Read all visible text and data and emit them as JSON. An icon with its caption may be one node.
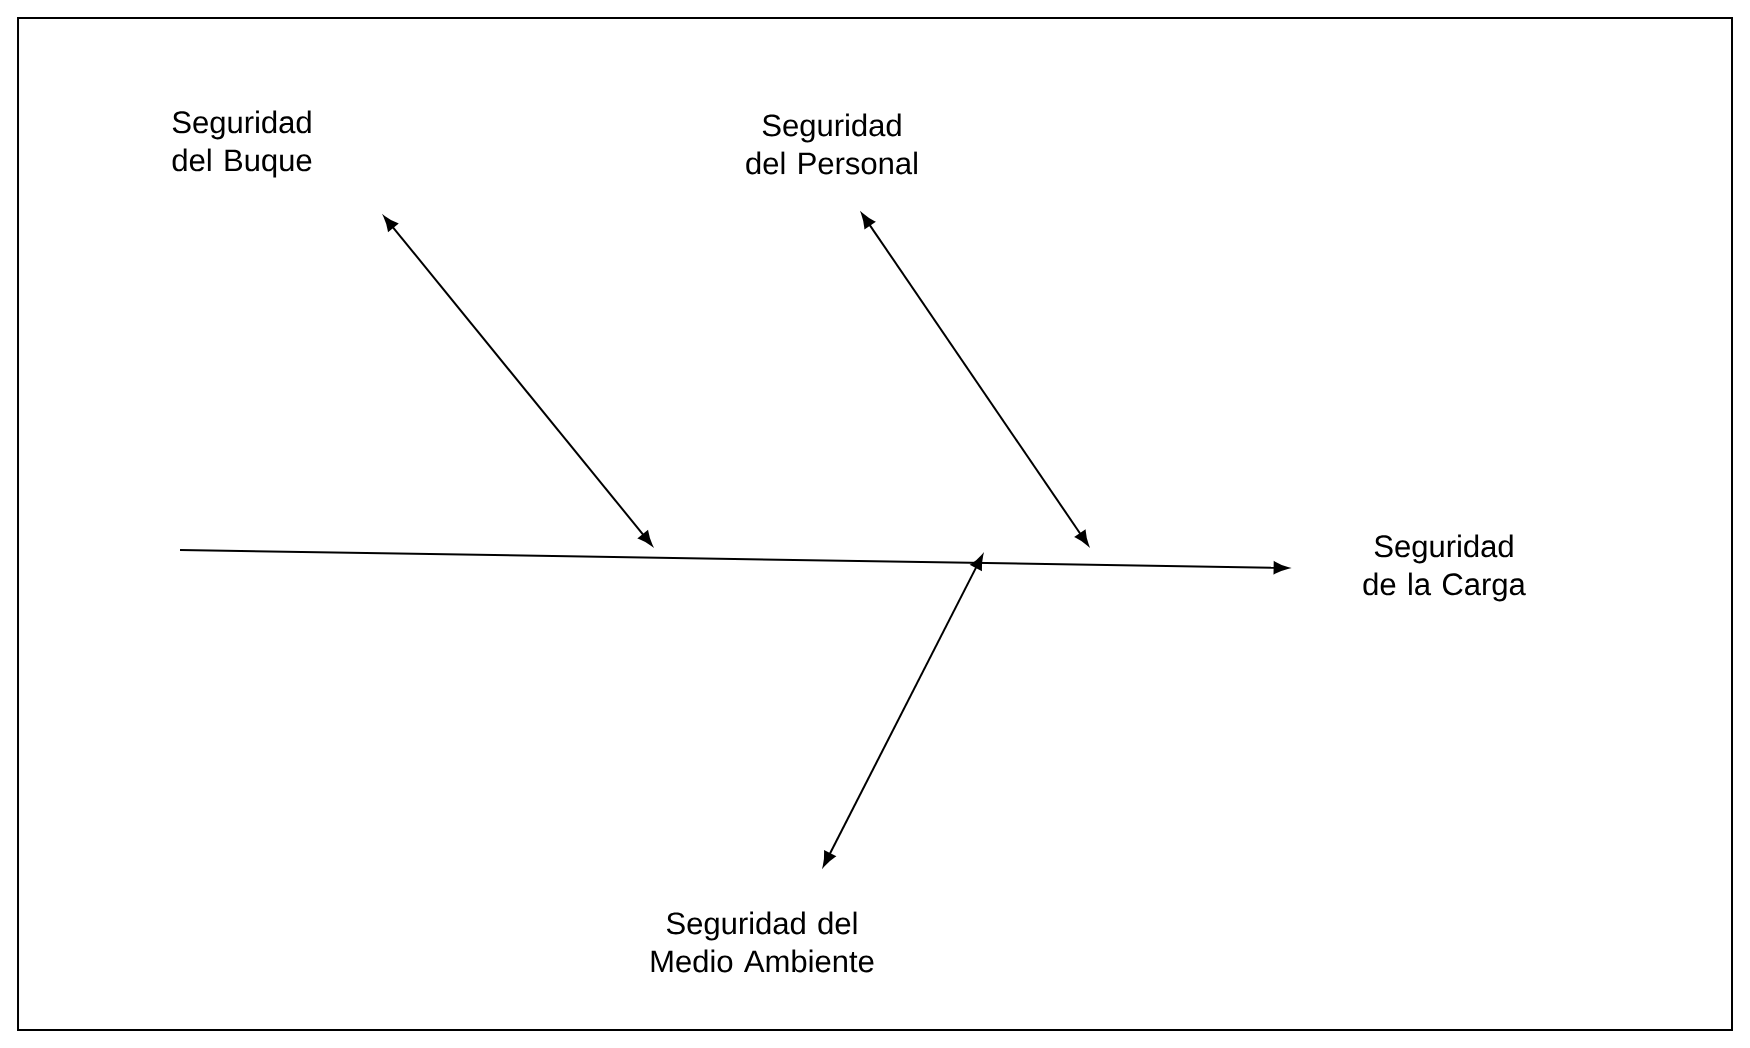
{
  "diagram": {
    "nodes": [
      {
        "text": [
          "Seguridad del Buque"
        ]
      },
      {
        "text": [
          "Seguridad del Personal"
        ]
      },
      {
        "text": [
          "Seguridad de la Carga"
        ]
      },
      {
        "text": [
          "Seguridad del Medio Ambiente"
        ]
      }
    ],
    "edges": [
      {
        "from": null,
        "to": 2,
        "arrow": "to"
      },
      {
        "from": 0,
        "to": null,
        "arrow": "both"
      },
      {
        "from": 1,
        "to": null,
        "arrow": "both"
      },
      {
        "from": 3,
        "to": null,
        "arrow": "both"
      }
    ]
  }
}
